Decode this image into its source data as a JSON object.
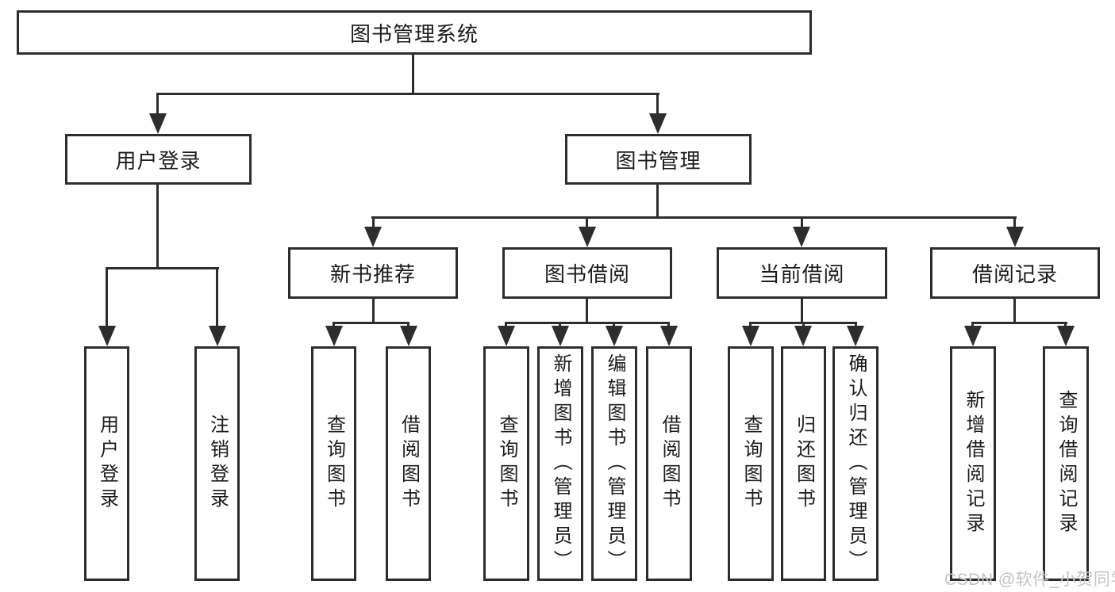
{
  "diagram": {
    "root": "图书管理系统",
    "level2": {
      "user_login": "用户登录",
      "book_mgmt": "图书管理"
    },
    "level3": {
      "new_book_rec": "新书推荐",
      "book_borrow": "图书借阅",
      "current_borrow": "当前借阅",
      "borrow_records": "借阅记录"
    },
    "children": {
      "user_login": [
        "用户登录",
        "注销登录"
      ],
      "new_book_rec": [
        "查询图书",
        "借阅图书"
      ],
      "book_borrow": [
        "查询图书",
        "新增图书（管理员）",
        "编辑图书（管理员）",
        "借阅图书"
      ],
      "current_borrow": [
        "查询图书",
        "归还图书",
        "确认归还（管理员）"
      ],
      "borrow_records": [
        "新增借阅记录",
        "查询借阅记录"
      ]
    }
  },
  "watermark": "CSDN @软件_小贺同学",
  "colors": {
    "line": "#2d2d2d",
    "text": "#1c1c1c",
    "watermark": "#c4c4c4",
    "background": "#ffffff"
  }
}
